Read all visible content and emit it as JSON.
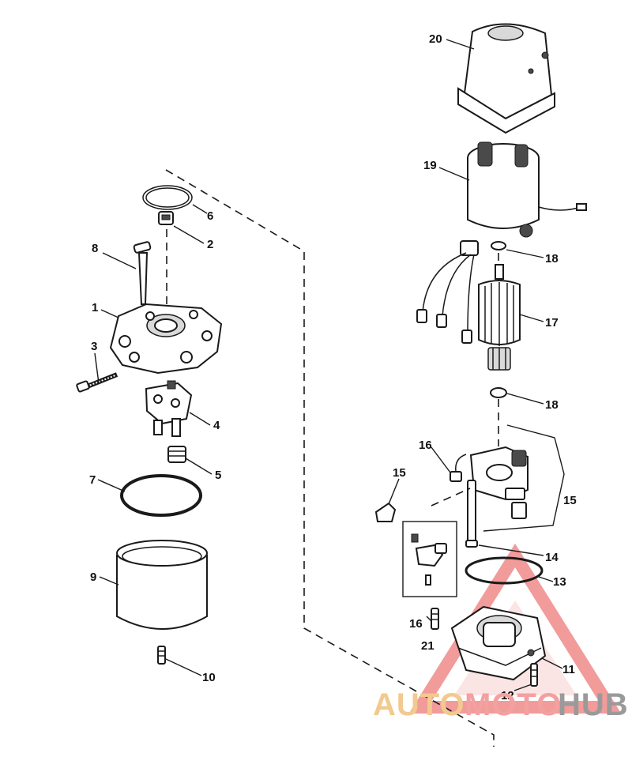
{
  "diagram": {
    "callouts": [
      {
        "id": "c20",
        "text": "20"
      },
      {
        "id": "c19",
        "text": "19"
      },
      {
        "id": "c18a",
        "text": "18"
      },
      {
        "id": "c17",
        "text": "17"
      },
      {
        "id": "c18b",
        "text": "18"
      },
      {
        "id": "c16a",
        "text": "16"
      },
      {
        "id": "c15a",
        "text": "15"
      },
      {
        "id": "c15b",
        "text": "15"
      },
      {
        "id": "c14",
        "text": "14"
      },
      {
        "id": "c13",
        "text": "13"
      },
      {
        "id": "c16b",
        "text": "16"
      },
      {
        "id": "c21",
        "text": "21"
      },
      {
        "id": "c11",
        "text": "11"
      },
      {
        "id": "c12",
        "text": "12"
      },
      {
        "id": "c6",
        "text": "6"
      },
      {
        "id": "c2",
        "text": "2"
      },
      {
        "id": "c8",
        "text": "8"
      },
      {
        "id": "c1",
        "text": "1"
      },
      {
        "id": "c3",
        "text": "3"
      },
      {
        "id": "c4",
        "text": "4"
      },
      {
        "id": "c5",
        "text": "5"
      },
      {
        "id": "c7",
        "text": "7"
      },
      {
        "id": "c9",
        "text": "9"
      },
      {
        "id": "c10",
        "text": "10"
      }
    ]
  },
  "watermark": {
    "part1": "AUTO",
    "part2": "MOTO",
    "part3": "HUB",
    "colors": {
      "auto": "#f2c98e",
      "moto": "#f3a0a0",
      "hub": "#9a9a9a",
      "triangle": "#f08a8a"
    }
  }
}
